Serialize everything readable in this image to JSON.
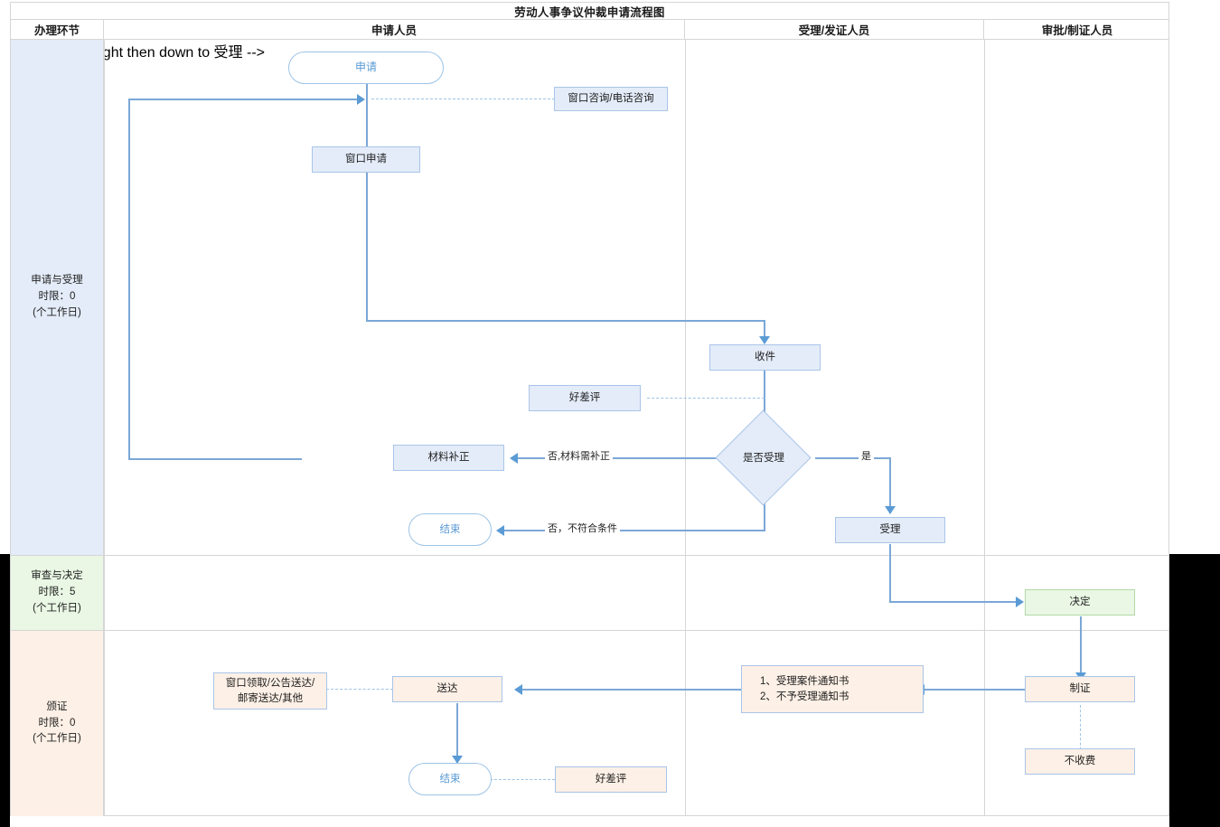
{
  "title": "劳动人事争议仲裁申请流程图",
  "columns": [
    {
      "key": "stage",
      "label": "办理环节"
    },
    {
      "key": "applicant",
      "label": "申请人员"
    },
    {
      "key": "acceptor",
      "label": "受理/发证人员"
    },
    {
      "key": "approver",
      "label": "审批/制证人员"
    }
  ],
  "phases": [
    {
      "name": "申请与受理",
      "limit": "时限：0",
      "unit": "(个工作日)",
      "color": "#e4ecf9"
    },
    {
      "name": "审查与决定",
      "limit": "时限：5",
      "unit": "(个工作日)",
      "color": "#e9f7e4"
    },
    {
      "name": "颁证",
      "limit": "时限：0",
      "unit": "(个工作日)",
      "color": "#fdf0e6"
    }
  ],
  "nodes": {
    "apply": "申请",
    "consult": "窗口咨询/电话咨询",
    "window_apply": "窗口申请",
    "receive": "收件",
    "review_rating_1": "好差评",
    "decide_accept": "是否受理",
    "material_fix": "材料补正",
    "end_1": "结束",
    "accept": "受理",
    "decision": "决定",
    "make_cert": "制证",
    "notices": "1、受理案件通知书\n2、不予受理通知书",
    "deliver": "送达",
    "deliver_ways": "窗口领取/公告送达/\n邮寄送达/其他",
    "no_fee": "不收费",
    "end_2": "结束",
    "review_rating_2": "好差评"
  },
  "edge_labels": {
    "no_need_fix": "否,材料需补正",
    "no_not_match": "否，不符合条件",
    "yes": "是"
  },
  "colors": {
    "blue_fill": "#e4ecf9",
    "blue_stroke": "#a9c5e8",
    "green_fill": "#e9f7e4",
    "peach_fill": "#fdf0e6",
    "line": "#7ba7d7",
    "grid": "#d6d6d6",
    "term_text": "#5b9bd5"
  }
}
